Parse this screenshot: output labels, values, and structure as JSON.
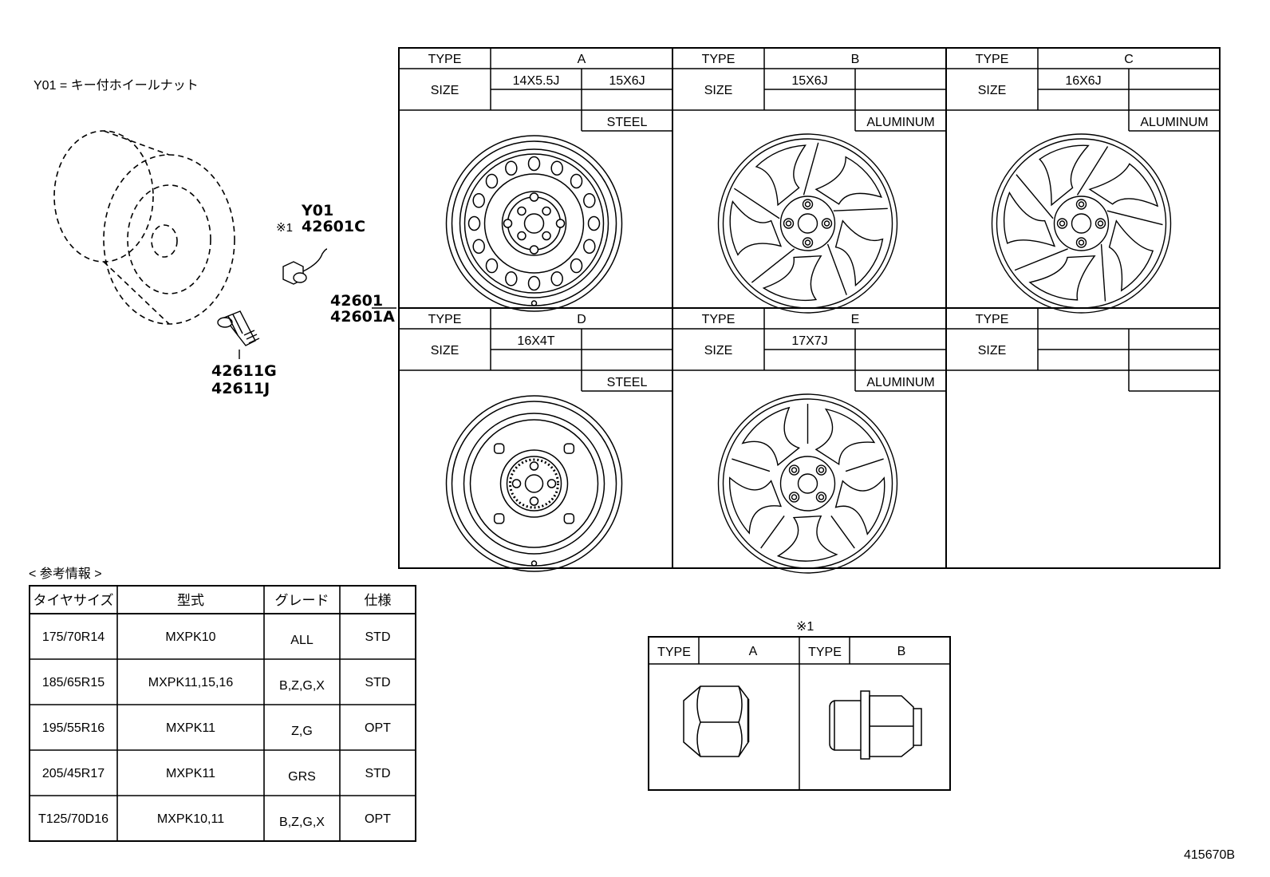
{
  "note_y01": "Y01 = キー付ホイールナット",
  "callouts": {
    "nut_code": "Y01",
    "nut_ref_mark": "※1",
    "nut_part": "42601C",
    "wheel_part_1": "42601",
    "wheel_part_2": "42601A",
    "valve_part_1": "42611G",
    "valve_part_2": "42611J"
  },
  "wheel_grid": {
    "type_label": "TYPE",
    "size_label": "SIZE",
    "cells": [
      {
        "type": "A",
        "sizes": [
          "14X5.5J",
          "15X6J"
        ],
        "material": "STEEL",
        "style": "steel-holes"
      },
      {
        "type": "B",
        "sizes": [
          "15X6J",
          ""
        ],
        "material": "ALUMINUM",
        "style": "alloy-10-spoke"
      },
      {
        "type": "C",
        "sizes": [
          "16X6J",
          ""
        ],
        "material": "ALUMINUM",
        "style": "alloy-twisted-spoke"
      },
      {
        "type": "D",
        "sizes": [
          "16X4T",
          ""
        ],
        "material": "STEEL",
        "style": "steel-temporary"
      },
      {
        "type": "E",
        "sizes": [
          "17X7J",
          ""
        ],
        "material": "ALUMINUM",
        "style": "alloy-split-spoke"
      },
      {
        "type": "",
        "sizes": [
          "",
          ""
        ],
        "material": "",
        "style": "none"
      }
    ]
  },
  "reference_info": {
    "title": "< 参考情報 >",
    "headers": [
      "タイヤサイズ",
      "型式",
      "グレード",
      "仕様"
    ],
    "rows": [
      [
        "175/70R14",
        "MXPK10",
        "ALL",
        "STD"
      ],
      [
        "185/65R15",
        "MXPK11,15,16",
        "B,Z,G,X",
        "STD"
      ],
      [
        "195/55R16",
        "MXPK11",
        "Z,G",
        "OPT"
      ],
      [
        "205/45R17",
        "MXPK11",
        "GRS",
        "STD"
      ],
      [
        "T125/70D16",
        "MXPK10,11",
        "B,Z,G,X",
        "OPT"
      ]
    ]
  },
  "nut_types": {
    "title": "※1",
    "type_label": "TYPE",
    "types": [
      "A",
      "B"
    ]
  },
  "drawing_code": "415670B"
}
